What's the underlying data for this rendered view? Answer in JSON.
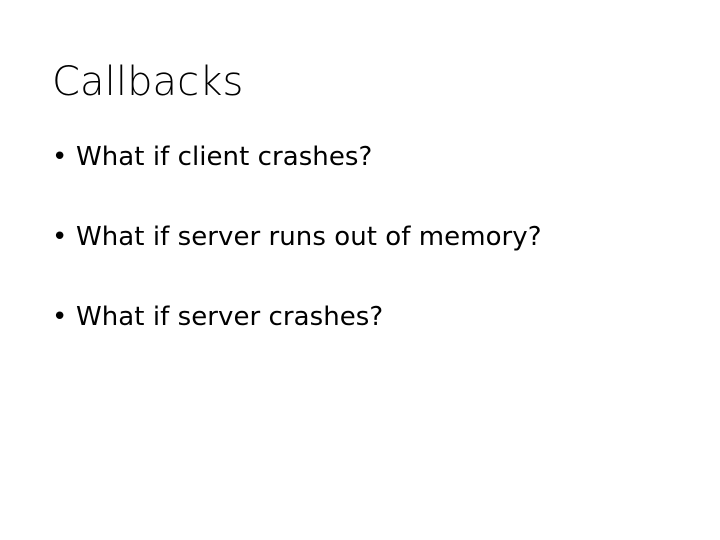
{
  "slide": {
    "title": "Callbacks",
    "background_color": "#ffffff",
    "text_color": "#000000",
    "bullet_glyph": "•",
    "bullets": [
      {
        "text": "What if client crashes?"
      },
      {
        "text": "What if server runs out of memory?"
      },
      {
        "text": "What if server crashes?"
      }
    ]
  }
}
